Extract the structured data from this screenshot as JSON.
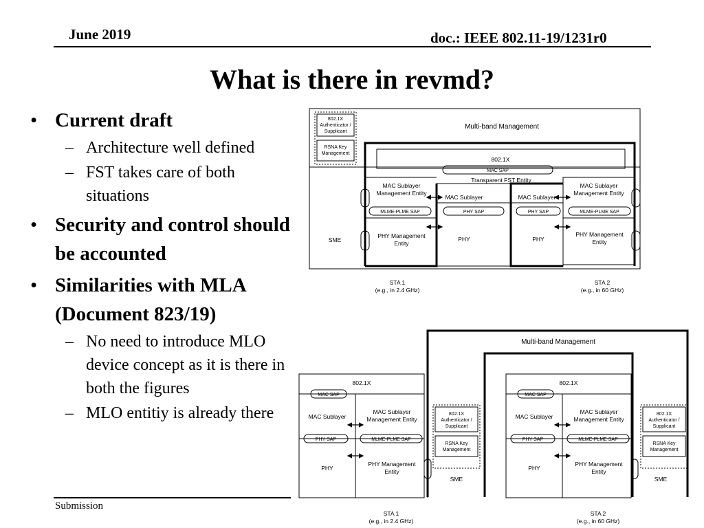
{
  "header": {
    "date": "June 2019",
    "doc": "doc.: IEEE 802.11-19/1231r0"
  },
  "title": "What is there in revmd?",
  "footer": {
    "label": "Submission"
  },
  "bullets": [
    {
      "text": "Current draft",
      "subs": [
        "Architecture well defined",
        "FST takes care of both situations"
      ]
    },
    {
      "text": "Security and control should be accounted",
      "subs": []
    },
    {
      "text": "Similarities with MLA (Document 823/19)",
      "subs": [
        "No need to introduce MLO device concept as it is there in both the figures",
        "MLO entitiy is already there"
      ]
    }
  ],
  "fig1": {
    "multiband": "Multi-band Management",
    "auth": [
      "802.1X",
      "Authenticator /",
      "Supplicant"
    ],
    "rsna": [
      "RSNA Key",
      "Management"
    ],
    "x8021": "802.1X",
    "mac_sap": "MAC SAP",
    "fst": "Transparent FST Entity",
    "mac_sub_mgmt": [
      "MAC Sublayer",
      "Management Entity"
    ],
    "mac_sublayer": "MAC Sublayer",
    "mlme_plme_sap": "MLME-PLME SAP",
    "phy_sap": "PHY SAP",
    "phy_mgmt": [
      "PHY Management",
      "Entity"
    ],
    "phy": "PHY",
    "sme": "SME",
    "sta1": [
      "STA 1",
      "(e.g., in 2.4 GHz)"
    ],
    "sta2": [
      "STA 2",
      "(e.g., in 60 GHz)"
    ]
  },
  "fig2": {
    "multiband": "Multi-band Management",
    "x8021": "802.1X",
    "mac_sap": "MAC SAP",
    "mac_sublayer": "MAC Sublayer",
    "mac_sub_mgmt": [
      "MAC Sublayer",
      "Management Entity"
    ],
    "auth": [
      "802.1X",
      "Authenticator /",
      "Supplicant"
    ],
    "rsna": [
      "RSNA Key",
      "Management"
    ],
    "phy_sap": "PHY SAP",
    "mlme_plme_sap": "MLME-PLME SAP",
    "phy": "PHY",
    "phy_mgmt": [
      "PHY Management",
      "Entity"
    ],
    "sme": "SME",
    "sta1": [
      "STA 1",
      "(e.g., in 2.4 GHz)"
    ],
    "sta2": [
      "STA 2",
      "(e.g., in 60 GHz)"
    ]
  }
}
